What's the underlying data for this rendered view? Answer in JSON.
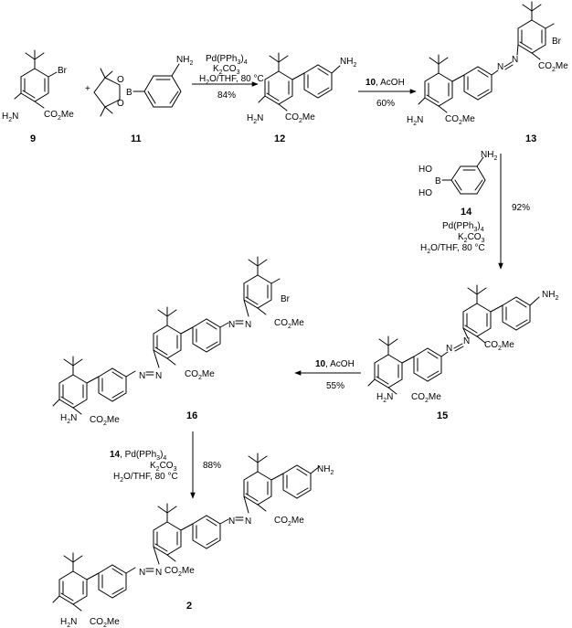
{
  "labels": {
    "c9": "9",
    "c11": "11",
    "c12": "12",
    "c13": "13",
    "c14": "14",
    "c15": "15",
    "c16": "16",
    "c2": "2"
  },
  "groups": {
    "nh2": "NH",
    "h2n": "H",
    "co2me": "CO",
    "me": "Me",
    "br": "Br",
    "b": "B",
    "o": "O",
    "ho": "HO",
    "n": "N",
    "sub2": "2"
  },
  "plus": "+",
  "steps": {
    "s1": {
      "l1": "Pd(PPh",
      "l1b": ")",
      "l2": "K",
      "l2b": "CO",
      "l3": "H",
      "l3b": "O/THF, 80 °C",
      "yield": "84%"
    },
    "s2": {
      "reagent": "10",
      "rest": ", AcOH",
      "yield": "60%"
    },
    "s3": {
      "yield": "92%",
      "l1": "Pd(PPh",
      "l1b": ")",
      "l2": "K",
      "l2b": "CO",
      "l3": "H",
      "l3b": "O/THF, 80 °C"
    },
    "s4": {
      "reagent": "10",
      "rest": ", AcOH",
      "yield": "55%"
    },
    "s5": {
      "reagent": "14",
      "l1": ", Pd(PPh",
      "l1b": ")",
      "l2": "K",
      "l2b": "CO",
      "l3": "H",
      "l3b": "O/THF, 80 °C",
      "yield": "88%"
    }
  },
  "numbers": {
    "three": "3",
    "four": "4",
    "two": "2"
  }
}
